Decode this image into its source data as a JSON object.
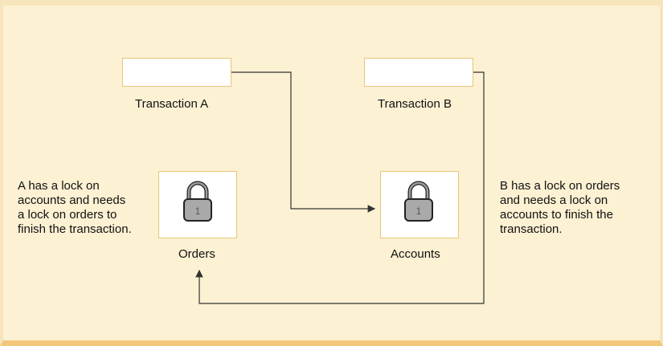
{
  "transactions": {
    "a_label": "Transaction A",
    "b_label": "Transaction B"
  },
  "tables": {
    "orders_label": "Orders",
    "accounts_label": "Accounts"
  },
  "lock_icon_text": "1",
  "notes": {
    "a": [
      "A has a lock on",
      "accounts and needs",
      "a lock on orders to",
      "finish the transaction."
    ],
    "b": [
      "B has a lock on orders",
      "and needs a lock on",
      "accounts to finish the",
      "transaction."
    ]
  },
  "colors": {
    "background": "#fdf1d3",
    "border": "#f6e4bb",
    "bottom_border": "#f3c77a",
    "box_border": "#e7c676",
    "line": "#333333",
    "lock_body": "#a9a9a9"
  }
}
